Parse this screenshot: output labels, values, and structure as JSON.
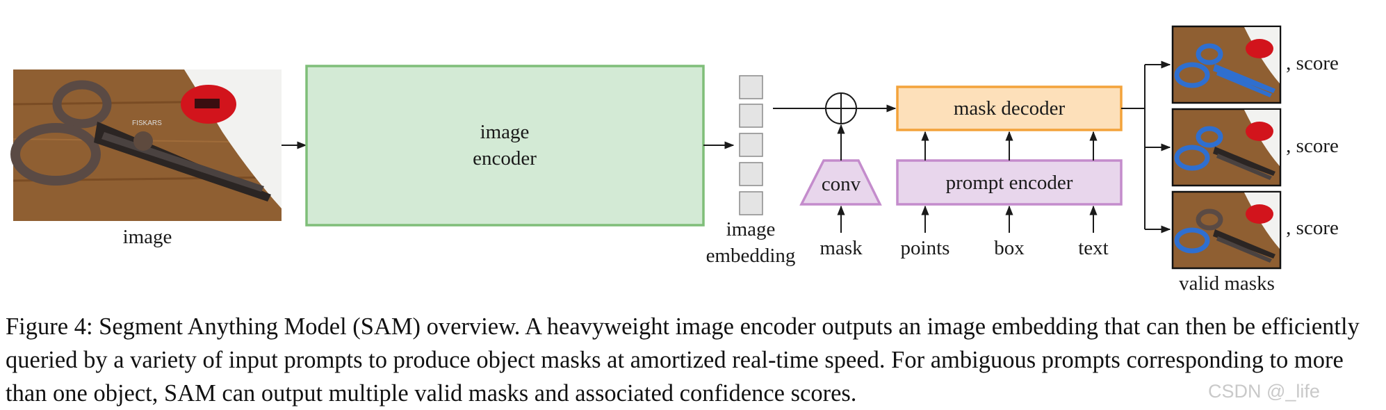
{
  "diagram": {
    "input_image_label": "image",
    "image_encoder_label": [
      "image",
      "encoder"
    ],
    "embedding_label": [
      "image",
      "embedding"
    ],
    "conv_label": "conv",
    "mask_label": "mask",
    "mask_decoder_label": "mask decoder",
    "prompt_encoder_label": "prompt encoder",
    "prompt_inputs": [
      "points",
      "box",
      "text"
    ],
    "score_labels": [
      ", score",
      ", score",
      ", score"
    ],
    "valid_masks_label": "valid masks",
    "colors": {
      "encoder_fill": "#d3ead5",
      "encoder_stroke": "#7fbe79",
      "decoder_fill": "#fde0ba",
      "decoder_stroke": "#f3a33b",
      "prompt_fill": "#e8d6ec",
      "prompt_stroke": "#c48ccc",
      "embedding_fill": "#e4e4e4",
      "mask_blue": "#2f6fcf"
    }
  },
  "caption": {
    "label": "Figure 4:",
    "text": "Segment Anything Model (SAM) overview. A heavyweight image encoder outputs an image embedding that can then be efficiently queried by a variety of input prompts to produce object masks at amortized real-time speed. For ambiguous prompts corresponding to more than one object, SAM can output multiple valid masks and associated confidence scores."
  },
  "watermark": "CSDN @_life"
}
